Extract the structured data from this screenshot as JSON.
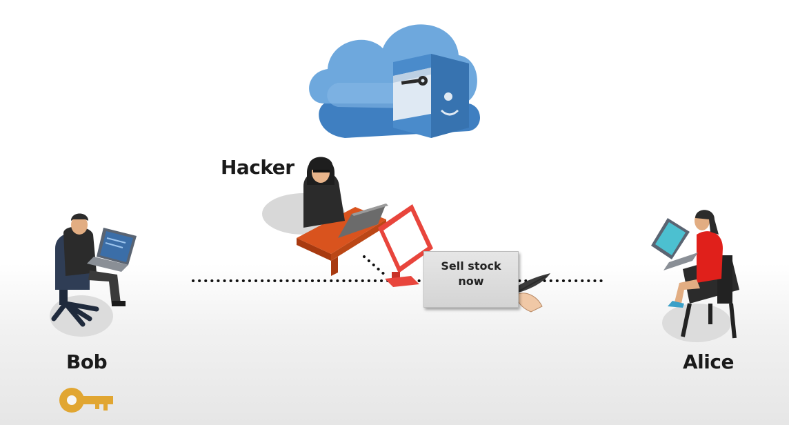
{
  "labels": {
    "hacker": "Hacker",
    "bob": "Bob",
    "alice": "Alice"
  },
  "message_note": {
    "text": "Sell stock\nnow"
  },
  "colors": {
    "cloud_blue": "#5b9bd5",
    "key_gold": "#e1a632",
    "desk_orange": "#d9531e",
    "monitor_red": "#e8453c",
    "alice_dress": "#e0201b"
  }
}
